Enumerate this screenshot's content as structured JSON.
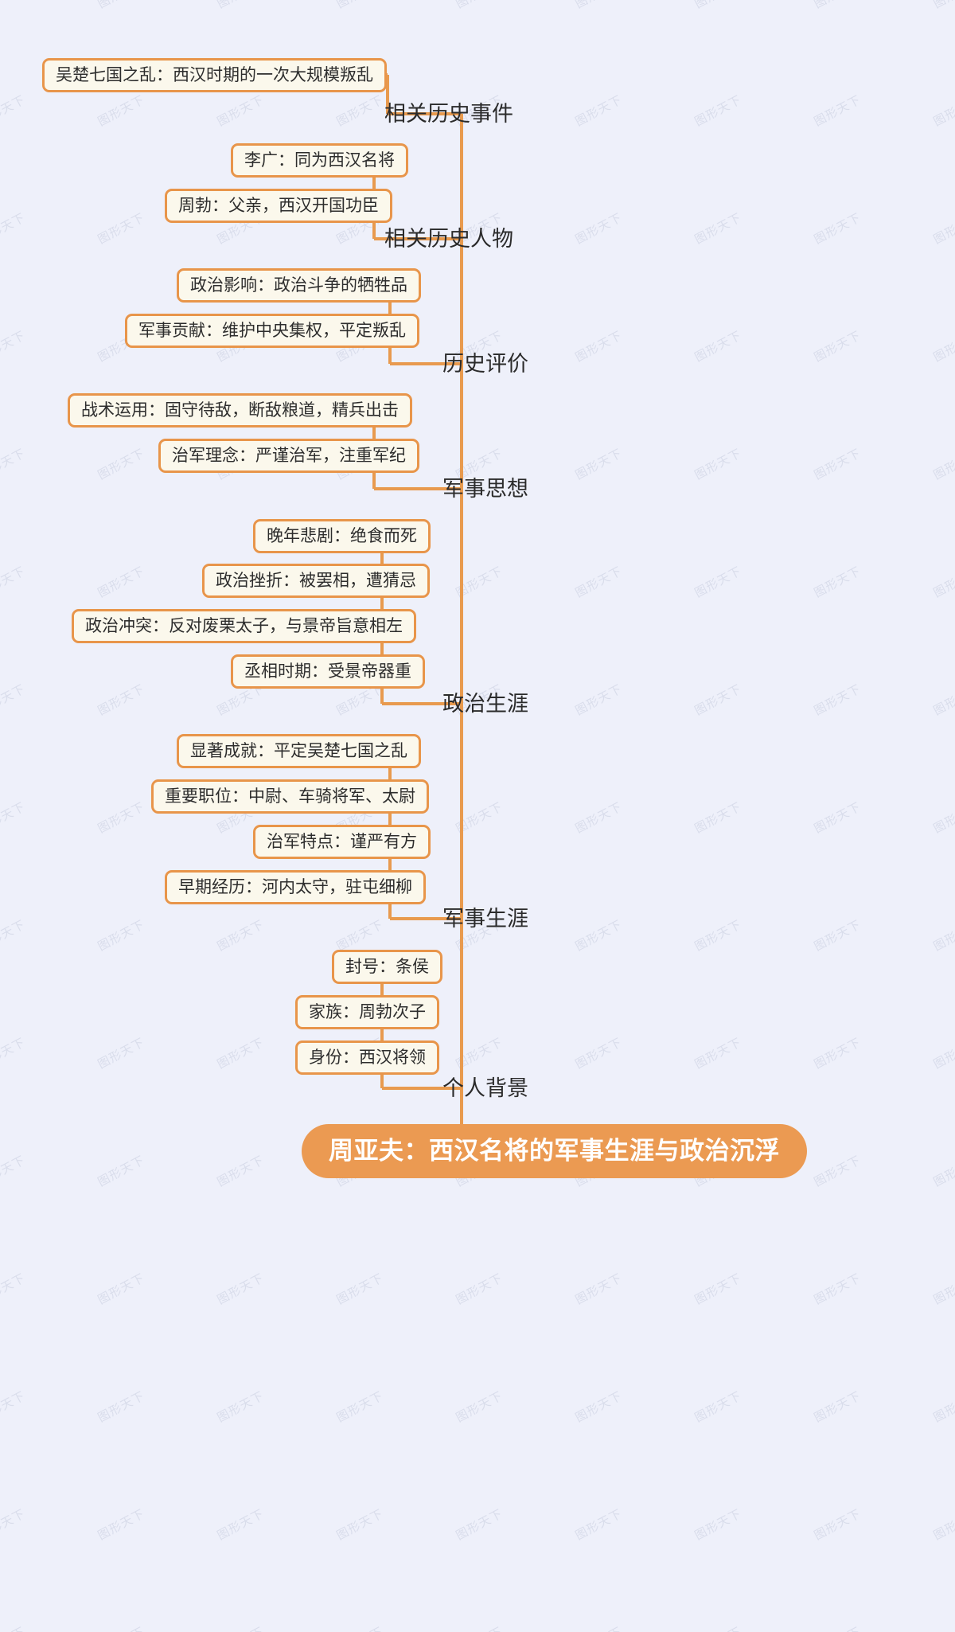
{
  "theme": {
    "background": "#eef0fa",
    "accent": "#e8954a",
    "node_fill": "#fbf8ec",
    "node_border": "#e8954a",
    "root_fill": "#eb9a52",
    "root_text": "#ffffff",
    "text": "#2d2d2d",
    "line": "#e89a4e"
  },
  "watermark": {
    "text": "图形天下"
  },
  "root": {
    "label": "周亚夫：西汉名将的军事生涯与政治沉浮"
  },
  "branches": [
    {
      "label": "相关历史事件",
      "children": [
        {
          "label": "吴楚七国之乱：西汉时期的一次大规模叛乱"
        }
      ]
    },
    {
      "label": "相关历史人物",
      "children": [
        {
          "label": "李广：同为西汉名将"
        },
        {
          "label": "周勃：父亲，西汉开国功臣"
        }
      ]
    },
    {
      "label": "历史评价",
      "children": [
        {
          "label": "政治影响：政治斗争的牺牲品"
        },
        {
          "label": "军事贡献：维护中央集权，平定叛乱"
        }
      ]
    },
    {
      "label": "军事思想",
      "children": [
        {
          "label": "战术运用：固守待敌，断敌粮道，精兵出击"
        },
        {
          "label": "治军理念：严谨治军，注重军纪"
        }
      ]
    },
    {
      "label": "政治生涯",
      "children": [
        {
          "label": "晚年悲剧：绝食而死"
        },
        {
          "label": "政治挫折：被罢相，遭猜忌"
        },
        {
          "label": "政治冲突：反对废栗太子，与景帝旨意相左"
        },
        {
          "label": "丞相时期：受景帝器重"
        }
      ]
    },
    {
      "label": "军事生涯",
      "children": [
        {
          "label": "显著成就：平定吴楚七国之乱"
        },
        {
          "label": "重要职位：中尉、车骑将军、太尉"
        },
        {
          "label": "治军特点：谨严有方"
        },
        {
          "label": "早期经历：河内太守，驻屯细柳"
        }
      ]
    },
    {
      "label": "个人背景",
      "children": [
        {
          "label": "封号：条侯"
        },
        {
          "label": "家族：周勃次子"
        },
        {
          "label": "身份：西汉将领"
        }
      ]
    }
  ]
}
